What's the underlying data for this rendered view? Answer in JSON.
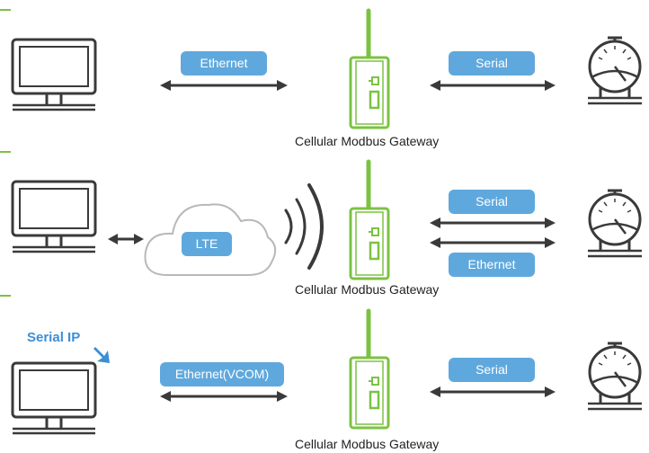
{
  "rows": [
    {
      "left_label": "Ethernet",
      "right_labels": [
        "Serial"
      ],
      "gateway_caption": "Cellular Modbus Gateway"
    },
    {
      "cloud_label": "LTE",
      "right_labels": [
        "Serial",
        "Ethernet"
      ],
      "gateway_caption": "Cellular Modbus Gateway"
    },
    {
      "note": "Serial IP",
      "left_label": "Ethernet(VCOM)",
      "right_labels": [
        "Serial"
      ],
      "gateway_caption": "Cellular Modbus Gateway"
    }
  ],
  "colors": {
    "accent_green": "#7cc242",
    "pill_blue": "#5fa8dd",
    "line_dark": "#3a3a3a",
    "serial_ip_blue": "#3a8fd6"
  },
  "icons": [
    "computer-monitor-icon",
    "cellular-gateway-icon",
    "pressure-gauge-icon",
    "cloud-icon",
    "wireless-signal-icon"
  ]
}
